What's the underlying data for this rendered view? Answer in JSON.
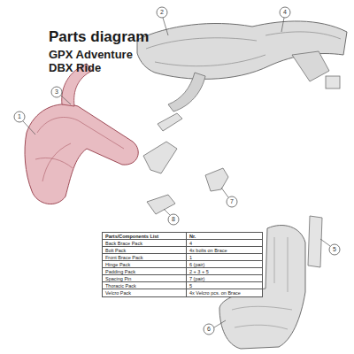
{
  "diagram": {
    "title": "Parts diagram",
    "labels": [
      "GPX Adventure",
      "DBX Ride",
      "1",
      "2",
      "3",
      "4",
      "5",
      "6",
      "7",
      "8",
      "Parts/Components List",
      "Nr.",
      "Back Brace Pack",
      "4",
      "Bolt Pack",
      "4x bolts on Brace",
      "Front Brace Pack",
      "1",
      "Hinge Pack",
      "6 (pair)",
      "Padding Pack",
      "2 + 3 + 5",
      "Spacing Pin",
      "7 (pair)",
      "Thoracic Pack",
      "5",
      "Velcro Pack",
      "4x Velcro pcs. on Brace"
    ]
  }
}
